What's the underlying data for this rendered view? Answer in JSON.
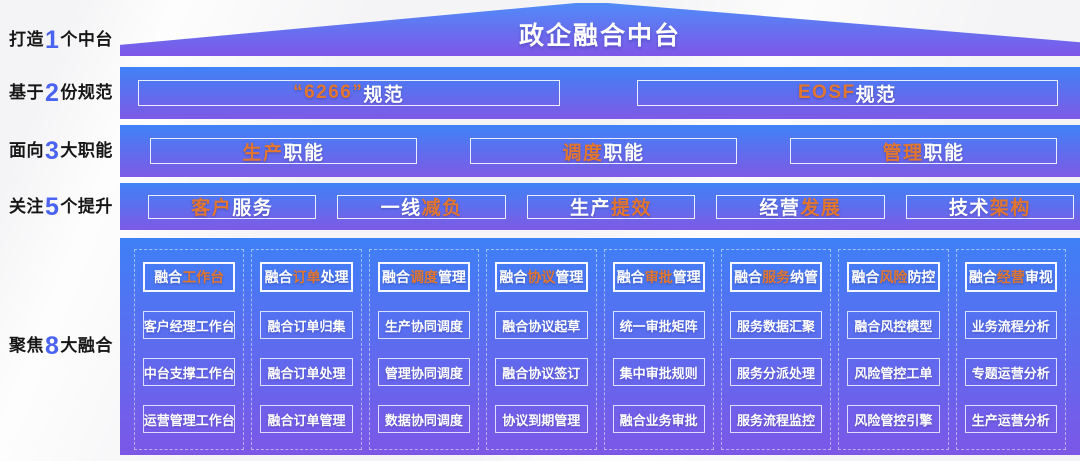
{
  "colors": {
    "accent_orange": "#e3762f",
    "number_blue": "#4a63f0",
    "band_gradient_top": "#3f82f7",
    "band_gradient_bottom": "#7e5ae5",
    "background": "#f4f4f6",
    "text_white": "#ffffff",
    "label_black": "#161616"
  },
  "roof": {
    "title": "政企融合中台"
  },
  "left_labels": [
    {
      "segments": [
        {
          "t": "打造"
        },
        {
          "t": "1",
          "num": true
        },
        {
          "t": "个中台"
        }
      ]
    },
    {
      "segments": [
        {
          "t": "基于"
        },
        {
          "t": "2",
          "num": true
        },
        {
          "t": "份规范"
        }
      ]
    },
    {
      "segments": [
        {
          "t": "面向"
        },
        {
          "t": "3",
          "num": true
        },
        {
          "t": "大职能"
        }
      ]
    },
    {
      "segments": [
        {
          "t": "关注"
        },
        {
          "t": "5",
          "num": true
        },
        {
          "t": "个提升"
        }
      ]
    },
    {
      "segments": [
        {
          "t": "聚焦"
        },
        {
          "t": "8",
          "num": true
        },
        {
          "t": "大融合"
        }
      ]
    }
  ],
  "bands": [
    {
      "name": "spec",
      "boxes": [
        [
          {
            "t": "“6266”",
            "accent": true
          },
          {
            "t": " 规范"
          }
        ],
        [
          {
            "t": "EOSF",
            "accent": true
          },
          {
            "t": "规范"
          }
        ]
      ]
    },
    {
      "name": "function",
      "boxes": [
        [
          {
            "t": "生产",
            "accent": true
          },
          {
            "t": "职能"
          }
        ],
        [
          {
            "t": "调度",
            "accent": true
          },
          {
            "t": "职能"
          }
        ],
        [
          {
            "t": "管理",
            "accent": true
          },
          {
            "t": "职能"
          }
        ]
      ]
    },
    {
      "name": "improvement",
      "boxes": [
        [
          {
            "t": "客户",
            "accent": true
          },
          {
            "t": "服务"
          }
        ],
        [
          {
            "t": "一线"
          },
          {
            "t": "减负",
            "accent": true
          }
        ],
        [
          {
            "t": "生产"
          },
          {
            "t": "提效",
            "accent": true
          }
        ],
        [
          {
            "t": "经营"
          },
          {
            "t": "发展",
            "accent": true
          }
        ],
        [
          {
            "t": "技术"
          },
          {
            "t": "架构",
            "accent": true
          }
        ]
      ]
    }
  ],
  "columns": [
    {
      "header": [
        {
          "t": "融合"
        },
        {
          "t": "工作台",
          "accent": true
        }
      ],
      "items": [
        "客户经理工作台",
        "中台支撑工作台",
        "运营管理工作台"
      ]
    },
    {
      "header": [
        {
          "t": "融合"
        },
        {
          "t": "订单",
          "accent": true
        },
        {
          "t": "处理"
        }
      ],
      "items": [
        "融合订单归集",
        "融合订单处理",
        "融合订单管理"
      ]
    },
    {
      "header": [
        {
          "t": "融合"
        },
        {
          "t": "调度",
          "accent": true
        },
        {
          "t": "管理"
        }
      ],
      "items": [
        "生产协同调度",
        "管理协同调度",
        "数据协同调度"
      ]
    },
    {
      "header": [
        {
          "t": "融合"
        },
        {
          "t": "协议",
          "accent": true
        },
        {
          "t": "管理"
        }
      ],
      "items": [
        "融合协议起草",
        "融合协议签订",
        "协议到期管理"
      ]
    },
    {
      "header": [
        {
          "t": "融合"
        },
        {
          "t": "审批",
          "accent": true
        },
        {
          "t": "管理"
        }
      ],
      "items": [
        "统一审批矩阵",
        "集中审批规则",
        "融合业务审批"
      ]
    },
    {
      "header": [
        {
          "t": "融合"
        },
        {
          "t": "服务",
          "accent": true
        },
        {
          "t": "纳管"
        }
      ],
      "items": [
        "服务数据汇聚",
        "服务分派处理",
        "服务流程监控"
      ]
    },
    {
      "header": [
        {
          "t": "融合"
        },
        {
          "t": "风险",
          "accent": true
        },
        {
          "t": "防控"
        }
      ],
      "items": [
        "融合风控模型",
        "风险管控工单",
        "风险管控引擎"
      ]
    },
    {
      "header": [
        {
          "t": "融合"
        },
        {
          "t": "经营",
          "accent": true
        },
        {
          "t": "审视"
        }
      ],
      "items": [
        "业务流程分析",
        "专题运营分析",
        "生产运营分析"
      ]
    }
  ]
}
